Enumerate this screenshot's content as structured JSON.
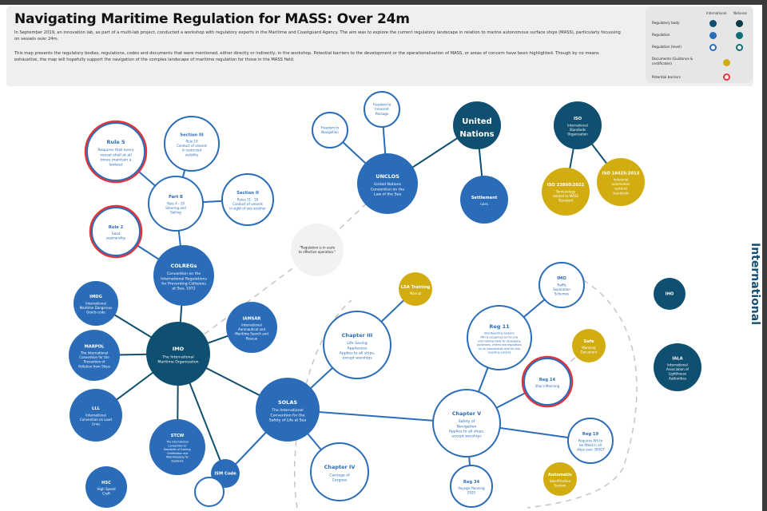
{
  "header": {
    "title": "Navigating Maritime Regulation for MASS: Over 24m",
    "paragraph1": "In September 2019, an innovation lab, as part of a multi-lab project, conducted a workshop with regulatory experts in the Maritime and Coastguard Agency. The aim was to explore the current regulatory landscape in relation to marine autonomous surface ships (MASS), particularly focussing on vessels over 24m.",
    "paragraph2": "This map presents the regulatory bodies, regulations, codes and documents that were mentioned, either directly or indirectly, in the workshop. Potential barriers to the development or the operationalisation of MASS, or areas of concern have been highlighted. Though by no means exhaustive, the map will hopefully support the navigation of the complex landscape of maritime regulation for those in the MASS field."
  },
  "legend": {
    "columns": [
      "International",
      "National"
    ],
    "rows": [
      "Regulatory body",
      "Regulation",
      "Regulation (level)",
      "Documents (Guidance & certificates)",
      "Potential barriers"
    ]
  },
  "colors": {
    "dark": "#0f4f70",
    "blue": "#2b6cb8",
    "teal": "#0f6e78",
    "gold": "#d2ad12",
    "red": "#e2343a",
    "outline": "#2b6cb8",
    "quote": "#f2f2f2"
  },
  "side_label": "International",
  "nodes": [
    {
      "id": "rule5",
      "type": "outline-barrier",
      "title": "Rule 5",
      "lines": [
        "Requires that every",
        "vessel shall at all",
        "times maintain a",
        "lookout"
      ]
    },
    {
      "id": "sec3r19",
      "type": "outline",
      "title": "Section III",
      "lines": [
        "Rule 19",
        "Conduct of vessels",
        "in restricted",
        "visibility"
      ]
    },
    {
      "id": "partb",
      "type": "outline",
      "title": "Part B",
      "lines": [
        "Rule 4 - 19",
        "Steering and",
        "Sailing"
      ]
    },
    {
      "id": "sec2r11",
      "type": "outline",
      "title": "Section II",
      "lines": [
        "Rules 11 - 18",
        "Conduct of vessels",
        "in sight of one another"
      ]
    },
    {
      "id": "rule2",
      "type": "outline-barrier",
      "title": "Rule 2",
      "lines": [
        "Good",
        "seamanship"
      ]
    },
    {
      "id": "colregs",
      "type": "blue",
      "title": "COLREGs",
      "lines": [
        "Convention on the",
        "International Regulations",
        "for Preventing Collisions",
        "at Sea, 1972"
      ]
    },
    {
      "id": "imdg",
      "type": "blue",
      "title": "IMDG",
      "lines": [
        "International",
        "Maritime Dangerous",
        "Goods code"
      ]
    },
    {
      "id": "iamsar",
      "type": "blue",
      "title": "IAMSAR",
      "lines": [
        "International",
        "Aeronautical and",
        "Maritime Search and",
        "Rescue"
      ]
    },
    {
      "id": "imo",
      "type": "dark",
      "title": "IMO",
      "lines": [
        "The International",
        "Maritime Organization"
      ]
    },
    {
      "id": "marpol",
      "type": "blue",
      "title": "MARPOL",
      "lines": [
        "The International",
        "Convention for the",
        "Prevention of",
        "Pollution from Ships"
      ]
    },
    {
      "id": "solas",
      "type": "blue",
      "title": "SOLAS",
      "lines": [
        "The International",
        "Convention for the",
        "Safety of Life at Sea"
      ]
    },
    {
      "id": "lll",
      "type": "blue",
      "title": "LLL",
      "lines": [
        "International",
        "Convention on Load",
        "Lines"
      ]
    },
    {
      "id": "stcw",
      "type": "blue",
      "title": "STCW",
      "lines": [
        "The International",
        "Convention on",
        "Standards of Training,",
        "Certification and",
        "Watchkeeping for",
        "Seafarers"
      ]
    },
    {
      "id": "ismc",
      "type": "blue",
      "title": "ISM Code",
      "lines": []
    },
    {
      "id": "hsc",
      "type": "blue",
      "title": "HSC",
      "lines": [
        "High Speed",
        "Craft"
      ]
    },
    {
      "id": "fnav",
      "type": "outline",
      "title": "",
      "lines": [
        "Freedom to",
        "Navigation"
      ]
    },
    {
      "id": "finn",
      "type": "outline",
      "title": "",
      "lines": [
        "Freedom to",
        "Innocent",
        "Passage"
      ]
    },
    {
      "id": "unclos",
      "type": "blue",
      "title": "UNCLOS",
      "lines": [
        "United Nations",
        "Convention on the",
        "Law of the Sea"
      ]
    },
    {
      "id": "un",
      "type": "dark",
      "title": "United",
      "lines": [
        "Nations"
      ],
      "big": true
    },
    {
      "id": "settle",
      "type": "blue",
      "title": "Settlement",
      "lines": [
        "rules"
      ]
    },
    {
      "id": "quote",
      "type": "quote",
      "title": "",
      "lines": [
        "\"Regulation is in scale",
        "to effective operation.\""
      ]
    },
    {
      "id": "iso",
      "type": "dark",
      "title": "ISO",
      "lines": [
        "International",
        "Standards",
        "Organisation"
      ]
    },
    {
      "id": "iso23860",
      "type": "gold",
      "title": "ISO 23860:2022",
      "lines": [
        "Terminology",
        "related to MASS",
        "Standard"
      ]
    },
    {
      "id": "iso16425",
      "type": "gold",
      "title": "ISO 16425:2013",
      "lines": [
        "Industrial",
        "automation",
        "systems",
        "standards"
      ]
    },
    {
      "id": "lsa",
      "type": "gold",
      "title": "LSA Training",
      "lines": [
        "Manual"
      ]
    },
    {
      "id": "ch3",
      "type": "outline",
      "title": "Chapter III",
      "lines": [
        "Life Saving",
        "Appliances",
        "Applies to all ships,",
        "except warships"
      ]
    },
    {
      "id": "tss",
      "type": "outline",
      "title": "IMO",
      "lines": [
        "Traffic",
        "Separation",
        "Schemes"
      ]
    },
    {
      "id": "reg19sr",
      "type": "outline",
      "title": "Reg 11",
      "lines": [
        "Ship Reporting Systems",
        "IMO is recognised as the only",
        "international body for developing",
        "guidelines, criteria and regulations",
        "on an international level for ship",
        "reporting systems"
      ]
    },
    {
      "id": "smd",
      "type": "gold",
      "title": "Safe",
      "lines": [
        "Manning",
        "Document"
      ]
    },
    {
      "id": "reg14",
      "type": "outline-barrier",
      "title": "Reg 14",
      "lines": [
        "Ship's Manning"
      ]
    },
    {
      "id": "ch5",
      "type": "outline",
      "title": "Chapter V",
      "lines": [
        "Safety of",
        "Navigation",
        "Applies to all ships,",
        "except warships"
      ]
    },
    {
      "id": "reg19ais",
      "type": "outline",
      "title": "Reg 19",
      "lines": [
        "Requires AIS to",
        "be fitted in all",
        "ships over 300GT"
      ]
    },
    {
      "id": "ais",
      "type": "gold",
      "title": "Automatic",
      "lines": [
        "Identification",
        "System"
      ]
    },
    {
      "id": "reg34",
      "type": "outline",
      "title": "Reg 34",
      "lines": [
        "Voyage Planning",
        "2020"
      ]
    },
    {
      "id": "ch4",
      "type": "outline",
      "title": "Chapter IV",
      "lines": [
        "Carriage of",
        "Cargoes"
      ]
    },
    {
      "id": "iho",
      "type": "dark",
      "title": "IHO",
      "lines": []
    },
    {
      "id": "iala",
      "type": "dark",
      "title": "IALA",
      "lines": [
        "International",
        "Association of",
        "Lighthouse",
        "Authorities"
      ]
    },
    {
      "id": "cut",
      "type": "outline",
      "title": "",
      "lines": []
    }
  ],
  "edges": [
    [
      "rule5",
      "partb"
    ],
    [
      "sec3r19",
      "partb"
    ],
    [
      "sec2r11",
      "partb"
    ],
    [
      "partb",
      "colregs"
    ],
    [
      "rule2",
      "colregs"
    ],
    [
      "colregs",
      "imo"
    ],
    [
      "imdg",
      "imo"
    ],
    [
      "iamsar",
      "imo"
    ],
    [
      "marpol",
      "imo"
    ],
    [
      "lll",
      "imo"
    ],
    [
      "stcw",
      "imo"
    ],
    [
      "ismc",
      "imo"
    ],
    [
      "imo",
      "solas"
    ],
    [
      "fnav",
      "unclos"
    ],
    [
      "finn",
      "unclos"
    ],
    [
      "unclos",
      "un"
    ],
    [
      "un",
      "settle"
    ],
    [
      "iso",
      "iso23860"
    ],
    [
      "iso",
      "iso16425"
    ],
    [
      "solas",
      "ch3"
    ],
    [
      "ch3",
      "lsa"
    ],
    [
      "solas",
      "ch5"
    ],
    [
      "solas",
      "ch4"
    ],
    [
      "solas",
      "cut"
    ],
    [
      "ch5",
      "reg19sr"
    ],
    [
      "reg19sr",
      "tss"
    ],
    [
      "ch5",
      "reg14"
    ],
    [
      "ch5",
      "reg19ais"
    ],
    [
      "ch5",
      "reg34"
    ]
  ],
  "dashed_edges": [
    [
      "quote",
      "unclos"
    ],
    [
      "quote",
      "imo"
    ],
    [
      "reg14",
      "smd"
    ]
  ]
}
